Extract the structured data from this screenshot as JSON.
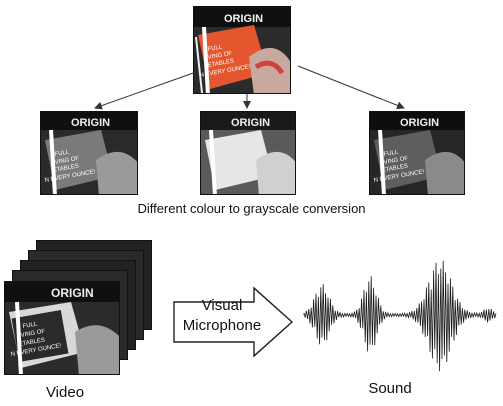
{
  "caption_conversion": "Different colour to grayscale conversion",
  "thumb_text": {
    "origin": "ORIGIN",
    "line1": "FULL",
    "line2": "VING OF",
    "line3": "ETABLES",
    "line4": "N EVERY OUNCE!"
  },
  "arrow_label": {
    "line1": "Visual",
    "line2": "Microphone"
  },
  "label_video": "Video",
  "label_sound": "Sound",
  "colors": {
    "orange": "#e4572e",
    "arrow_stroke": "#222222",
    "waveform": "#1a1a1a"
  }
}
